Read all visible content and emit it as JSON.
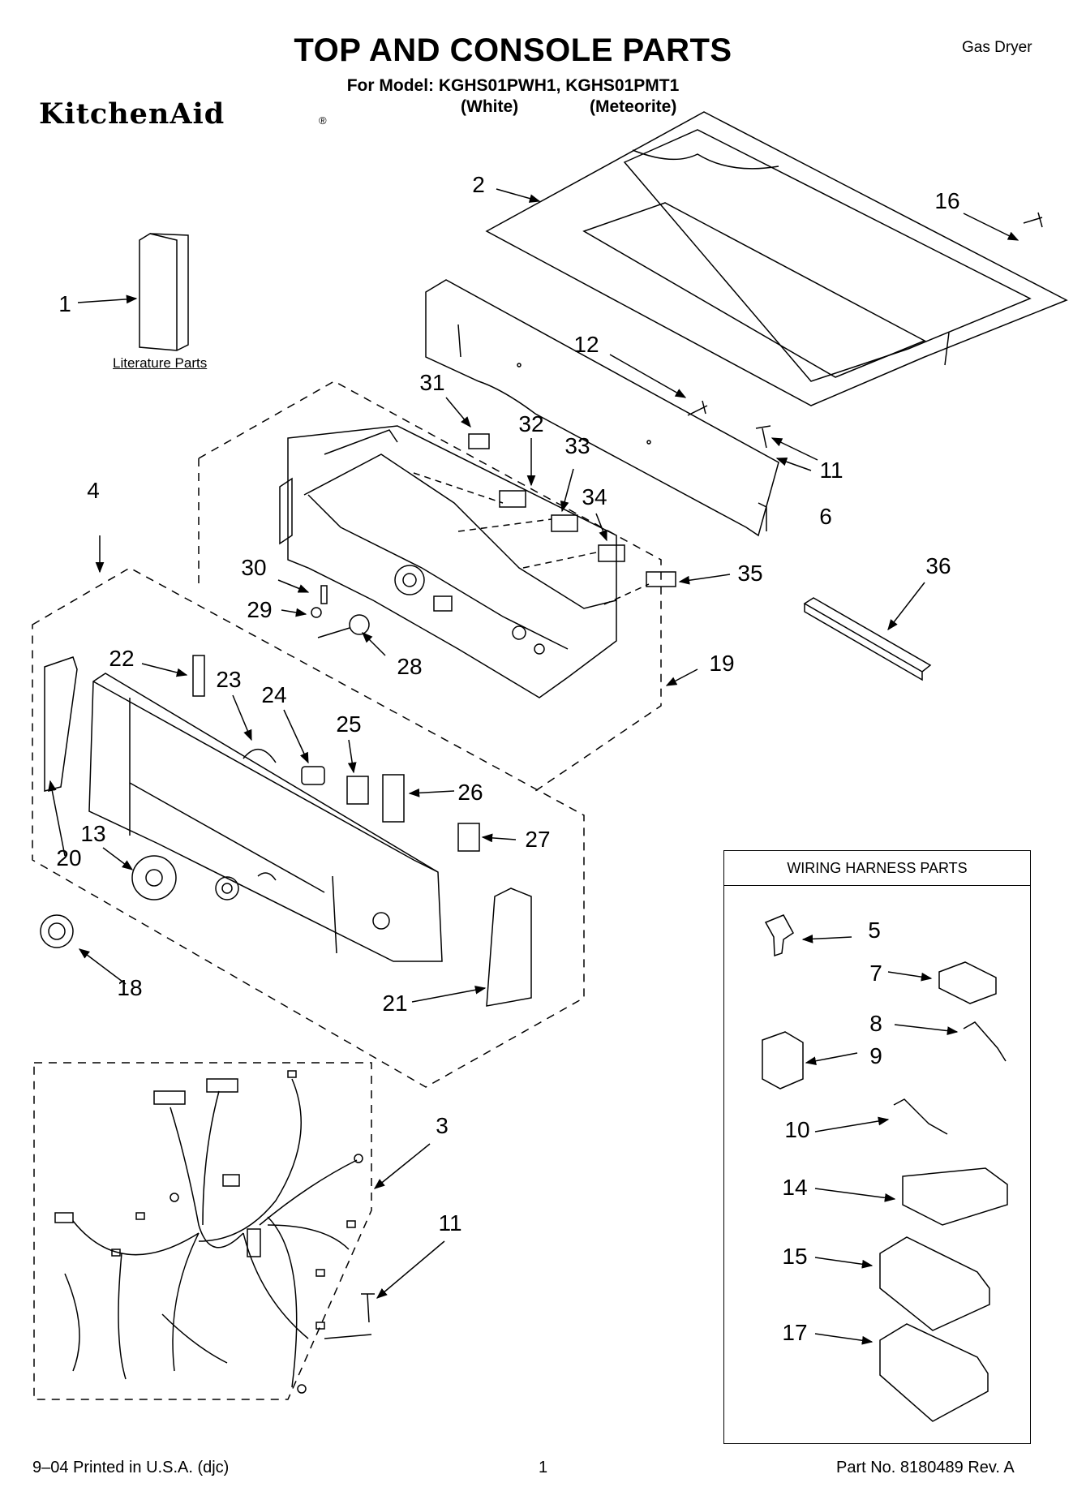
{
  "header": {
    "title": "TOP AND CONSOLE PARTS",
    "model_line": "For Model: KGHS01PWH1, KGHS01PMT1",
    "variant_white": "(White)",
    "variant_meteorite": "(Meteorite)",
    "product_type": "Gas Dryer",
    "brand": "KitchenAid",
    "brand_mark": "®"
  },
  "literature_label": "Literature Parts",
  "callouts": {
    "c1": "1",
    "c2": "2",
    "c3": "3",
    "c4": "4",
    "c5": "5",
    "c6": "6",
    "c7": "7",
    "c8": "8",
    "c9": "9",
    "c10": "10",
    "c11a": "11",
    "c11b": "11",
    "c12": "12",
    "c13": "13",
    "c14": "14",
    "c15": "15",
    "c16": "16",
    "c17": "17",
    "c18": "18",
    "c19": "19",
    "c20": "20",
    "c21": "21",
    "c22": "22",
    "c23": "23",
    "c24": "24",
    "c25": "25",
    "c26": "26",
    "c27": "27",
    "c28": "28",
    "c29": "29",
    "c30": "30",
    "c31": "31",
    "c32": "32",
    "c33": "33",
    "c34": "34",
    "c35": "35",
    "c36": "36"
  },
  "harness_box": {
    "title": "WIRING HARNESS PARTS"
  },
  "footer": {
    "left": "9–04 Printed in U.S.A. (djc)",
    "page": "1",
    "right": "Part No. 8180489 Rev. A"
  }
}
